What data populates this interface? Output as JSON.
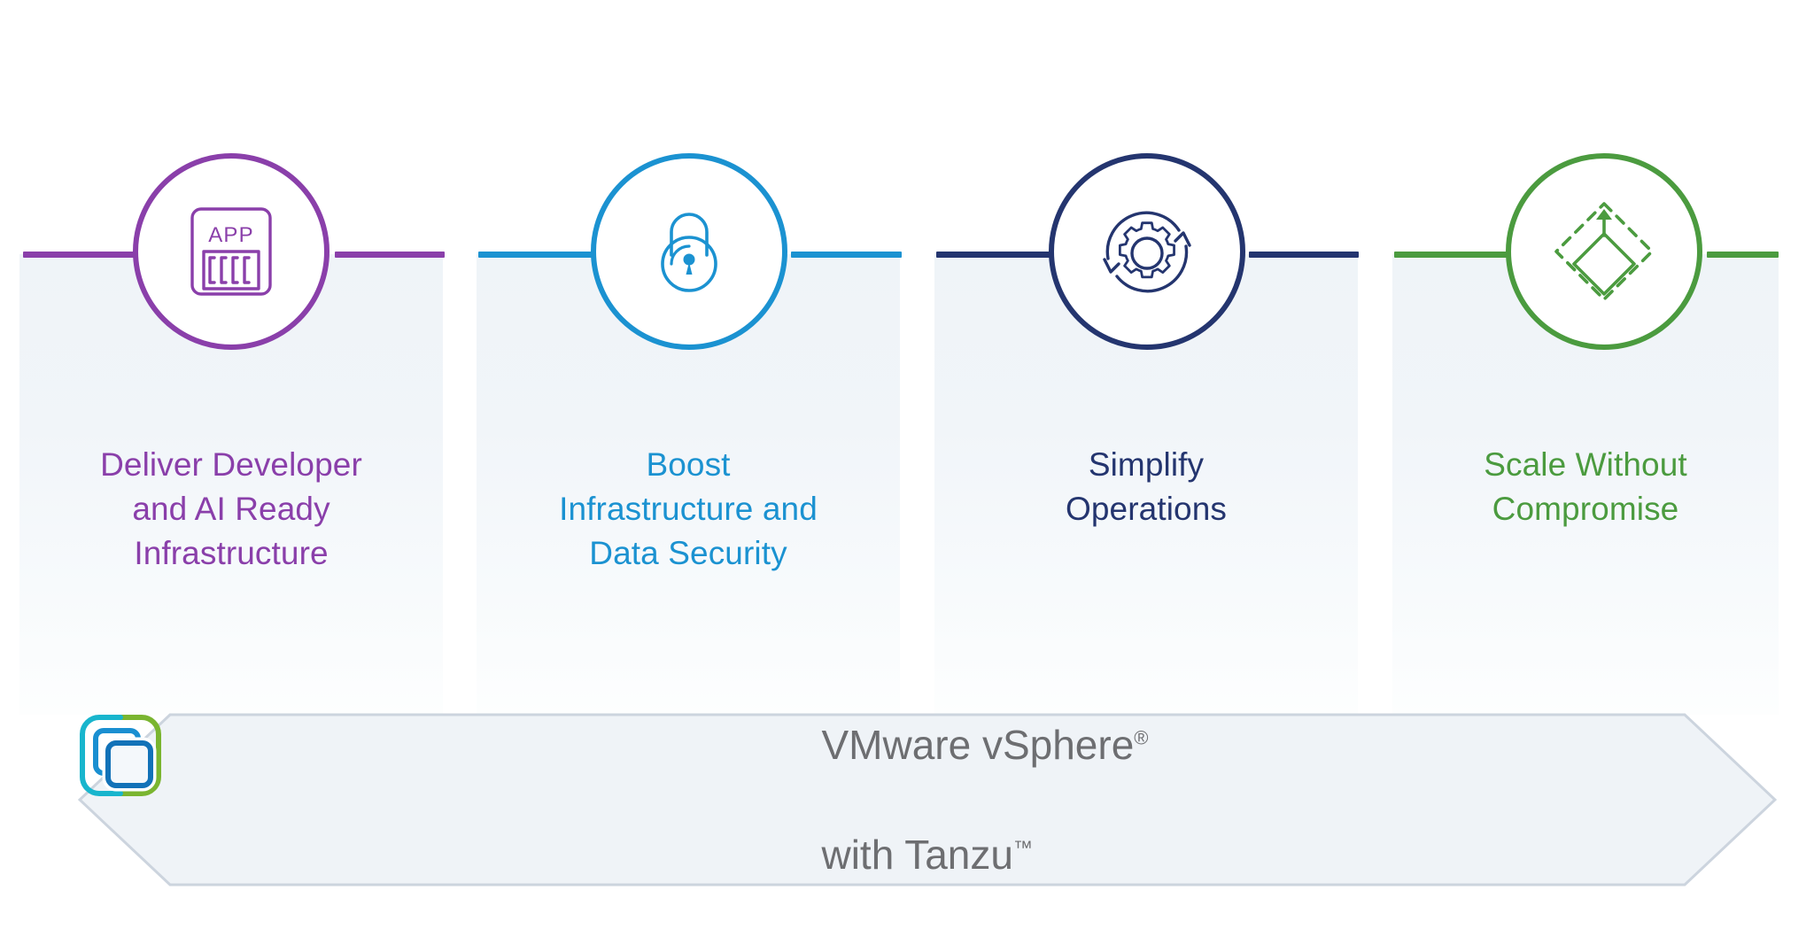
{
  "diagram": {
    "title": "VMware vSphere with Tanzu value pillars",
    "pillars": [
      {
        "id": "deliver-developer-ai-ready-infrastructure",
        "label": "Deliver Developer\nand AI Ready\nInfrastructure",
        "icon": "app-container-icon",
        "icon_text": "APP",
        "color": "#8a3faa"
      },
      {
        "id": "boost-infrastructure-data-security",
        "label": "Boost\nInfrastructure and\nData Security",
        "icon": "padlock-icon",
        "icon_text": "",
        "color": "#1b92d1"
      },
      {
        "id": "simplify-operations",
        "label": "Simplify\nOperations",
        "icon": "gear-refresh-icon",
        "icon_text": "",
        "color": "#24356f"
      },
      {
        "id": "scale-without-compromise",
        "label": "Scale Without\nCompromise",
        "icon": "scale-diamond-arrow-icon",
        "icon_text": "",
        "color": "#4b9b3f"
      }
    ]
  },
  "banner": {
    "product_line_1": "VMware vSphere",
    "product_line_1_mark": "®",
    "product_line_2": "with Tanzu",
    "product_line_2_mark": "™",
    "logo_name": "vmware-vsphere-tanzu-logo",
    "text_color": "#6d6e71",
    "fill_color": "#eff3f7",
    "border_color": "#ccd4de",
    "logo_colors": {
      "teal": "#18b5cd",
      "green": "#7ab530",
      "mid_blue": "#1a8fd1",
      "inner_blue": "#1272b8"
    }
  },
  "theme": {
    "page_background": "#ffffff",
    "column_top": "#eff4f8",
    "column_bottom": "#fdfefe"
  }
}
